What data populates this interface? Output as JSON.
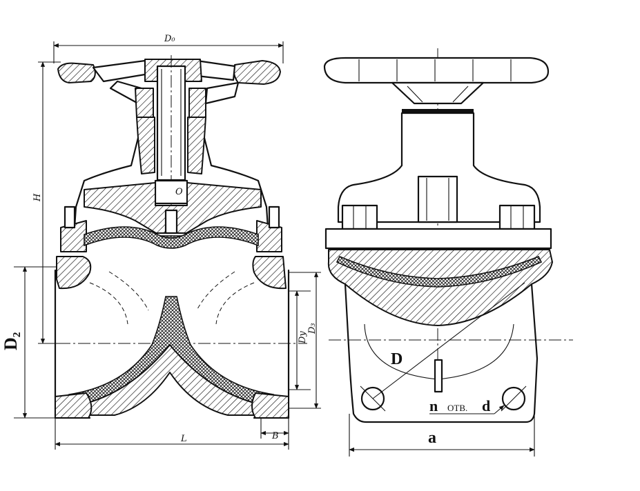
{
  "labels": {
    "d0": "D₀",
    "h": "H",
    "d2": "D₂",
    "dy": "Dy",
    "d3": "D₃",
    "l": "L",
    "b": "B",
    "d_circle": "D",
    "n": "n",
    "otv": "OTB.",
    "d_hole": "d",
    "a": "a",
    "o": "O"
  },
  "colors": {
    "ink": "#111111",
    "paper": "#ffffff"
  }
}
